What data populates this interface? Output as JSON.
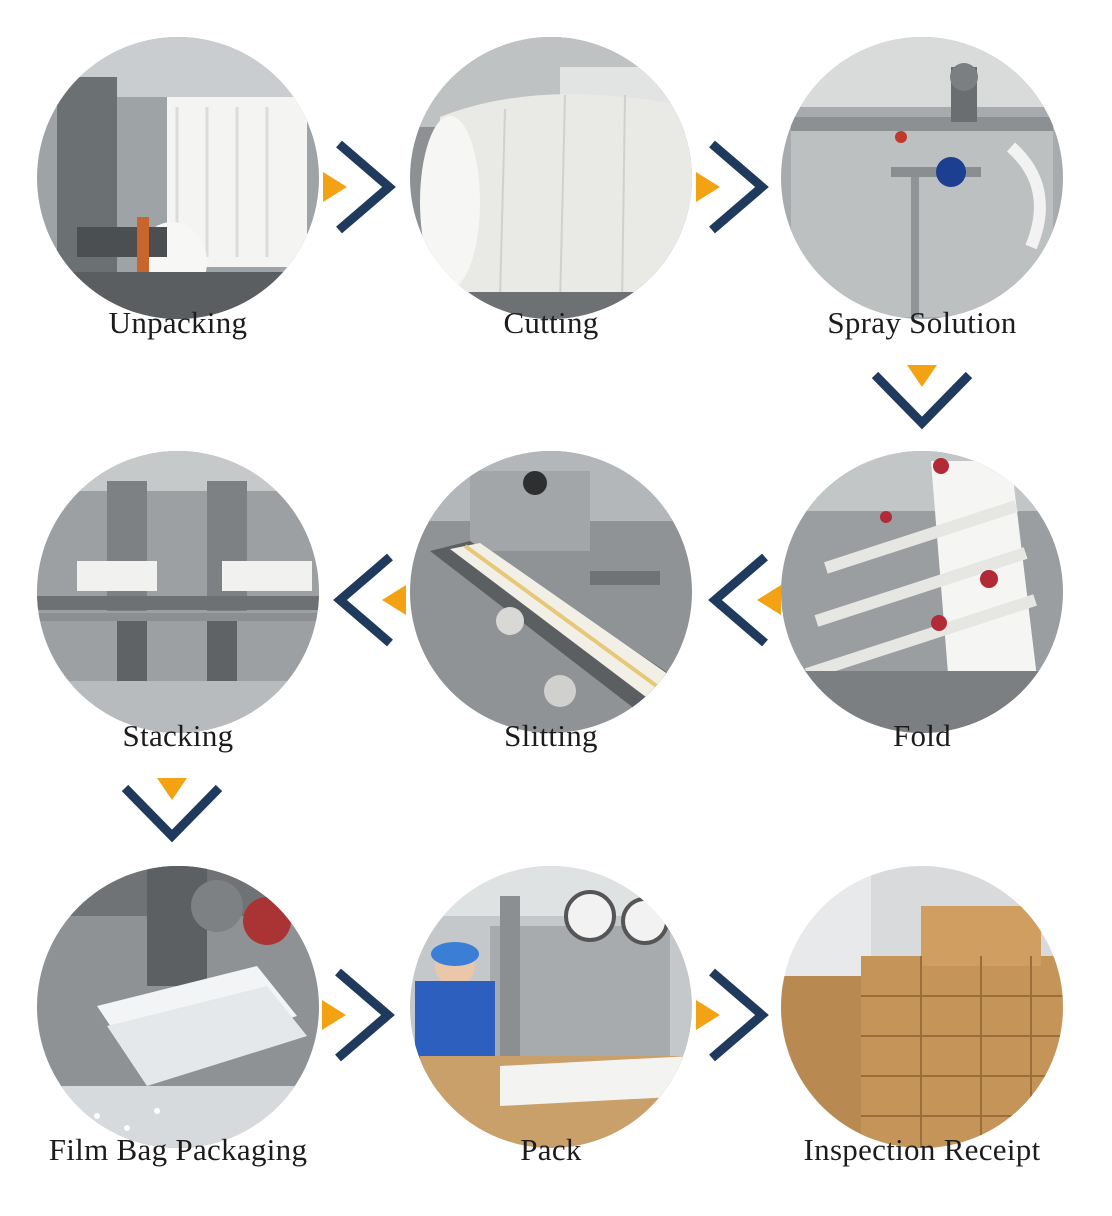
{
  "colors": {
    "arrow_stroke": "#1f3a5c",
    "arrow_fill": "#f2a213",
    "label": "#1c1c1c"
  },
  "steps": [
    {
      "label": "Unpacking",
      "photo": "paper-roll-unwinding-machine"
    },
    {
      "label": "Cutting",
      "photo": "large-paper-roll"
    },
    {
      "label": "Spray Solution",
      "photo": "stainless-steel-tank-with-valve"
    },
    {
      "label": "Fold",
      "photo": "folding-rollers"
    },
    {
      "label": "Slitting",
      "photo": "slitting-conveyor"
    },
    {
      "label": "Stacking",
      "photo": "stacking-machine"
    },
    {
      "label": "Film Bag Packaging",
      "photo": "film-bag-packaging-machine"
    },
    {
      "label": "Pack",
      "photo": "worker-at-packing-line"
    },
    {
      "label": "Inspection Receipt",
      "photo": "stacked-cardboard-boxes"
    }
  ],
  "arrows": [
    {
      "from": 0,
      "to": 1,
      "direction": "right"
    },
    {
      "from": 1,
      "to": 2,
      "direction": "right"
    },
    {
      "from": 2,
      "to": 3,
      "direction": "down"
    },
    {
      "from": 3,
      "to": 4,
      "direction": "left"
    },
    {
      "from": 4,
      "to": 5,
      "direction": "left"
    },
    {
      "from": 5,
      "to": 6,
      "direction": "down"
    },
    {
      "from": 6,
      "to": 7,
      "direction": "right"
    },
    {
      "from": 7,
      "to": 8,
      "direction": "right"
    }
  ]
}
